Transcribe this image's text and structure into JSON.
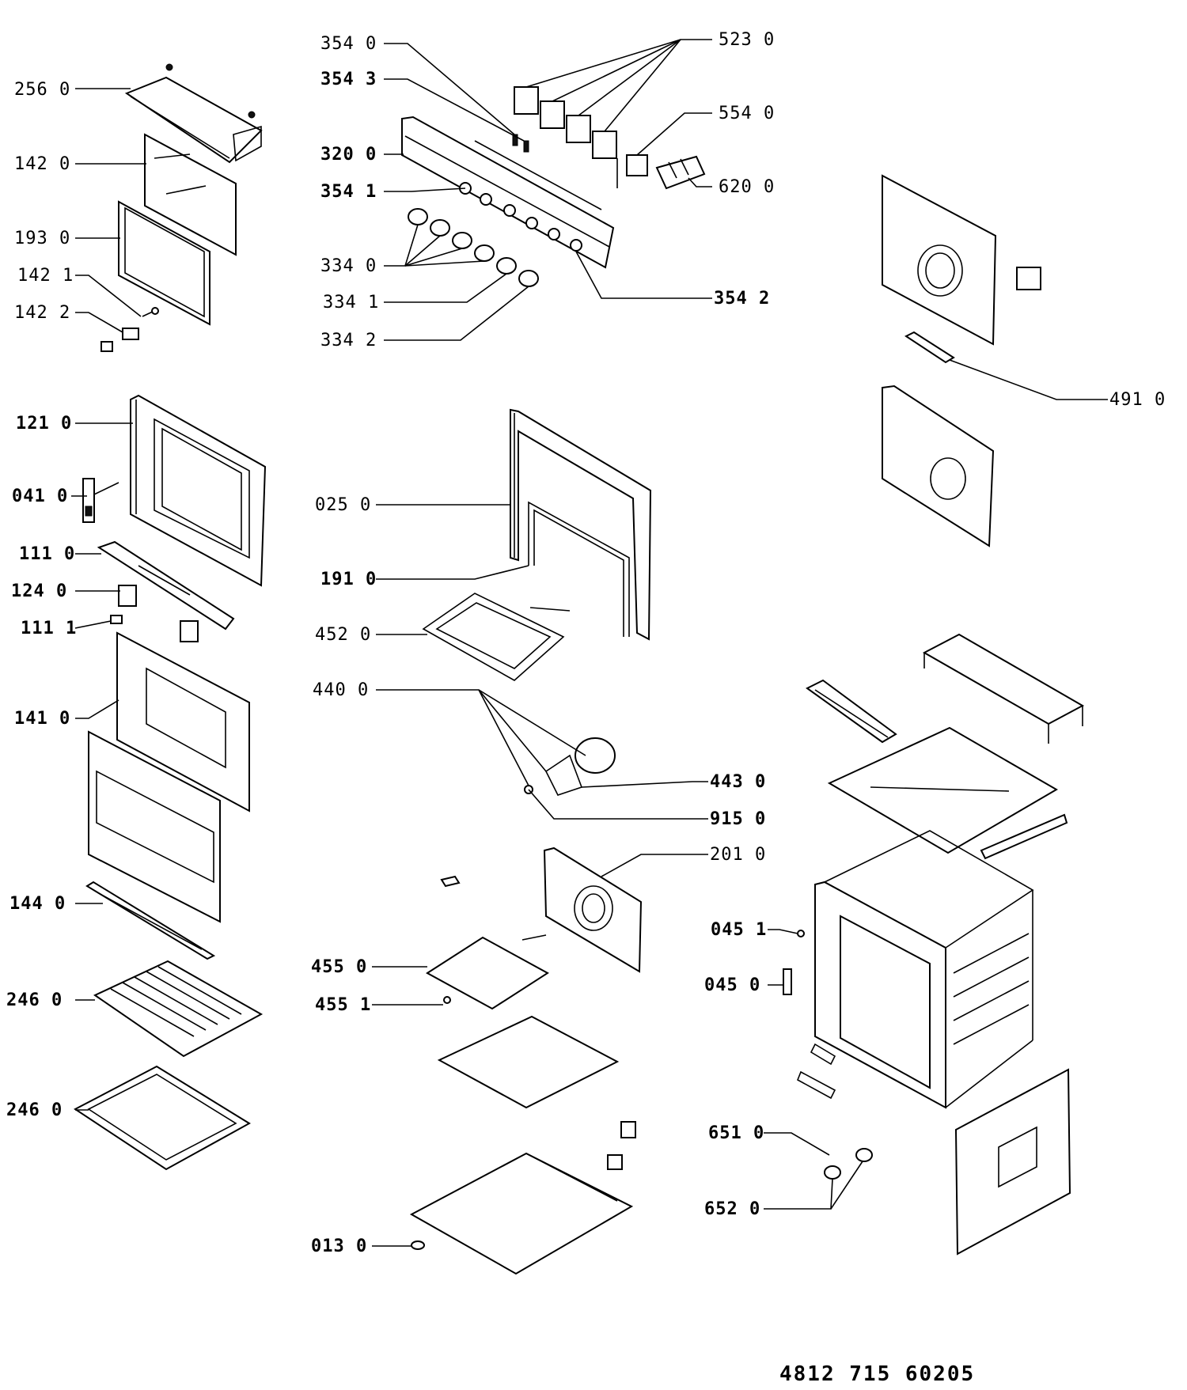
{
  "callouts": [
    {
      "id": "c-256-0",
      "text": "256  0"
    },
    {
      "id": "c-142-0",
      "text": "142  0"
    },
    {
      "id": "c-193-0",
      "text": "193  0"
    },
    {
      "id": "c-142-1",
      "text": "142  1"
    },
    {
      "id": "c-142-2",
      "text": "142  2"
    },
    {
      "id": "c-121-0",
      "text": "121  0"
    },
    {
      "id": "c-041-0",
      "text": "041 0"
    },
    {
      "id": "c-111-0",
      "text": "111  0"
    },
    {
      "id": "c-124-0",
      "text": "124  0"
    },
    {
      "id": "c-111-1",
      "text": "111  1"
    },
    {
      "id": "c-141-0",
      "text": "141  0"
    },
    {
      "id": "c-144-0",
      "text": "144  0"
    },
    {
      "id": "c-246-0a",
      "text": "246  0"
    },
    {
      "id": "c-246-0b",
      "text": "246  0"
    },
    {
      "id": "c-354-0",
      "text": "354  0"
    },
    {
      "id": "c-354-3",
      "text": "354  3"
    },
    {
      "id": "c-320-0",
      "text": "320  0"
    },
    {
      "id": "c-354-1",
      "text": "354  1"
    },
    {
      "id": "c-334-0",
      "text": "334  0"
    },
    {
      "id": "c-334-1",
      "text": "334  1"
    },
    {
      "id": "c-334-2",
      "text": "334  2"
    },
    {
      "id": "c-354-2",
      "text": "354  2"
    },
    {
      "id": "c-523-0",
      "text": "523  0"
    },
    {
      "id": "c-554-0",
      "text": "554  0"
    },
    {
      "id": "c-620-0",
      "text": "620  0"
    },
    {
      "id": "c-491-0",
      "text": "491  0"
    },
    {
      "id": "c-025-0",
      "text": "025  0"
    },
    {
      "id": "c-191-0",
      "text": "191  0"
    },
    {
      "id": "c-452-0",
      "text": "452  0"
    },
    {
      "id": "c-440-0",
      "text": "440  0"
    },
    {
      "id": "c-443-0",
      "text": "443  0"
    },
    {
      "id": "c-915-0",
      "text": "915  0"
    },
    {
      "id": "c-201-0",
      "text": "201  0"
    },
    {
      "id": "c-045-1",
      "text": "045  1"
    },
    {
      "id": "c-045-0",
      "text": "045  0"
    },
    {
      "id": "c-455-0",
      "text": "455  0"
    },
    {
      "id": "c-455-1",
      "text": "455  1"
    },
    {
      "id": "c-651-0",
      "text": "651  0"
    },
    {
      "id": "c-652-0",
      "text": "652  0"
    },
    {
      "id": "c-013-0",
      "text": "013  0"
    }
  ],
  "footer": {
    "document_number": "4812  715  60205"
  }
}
